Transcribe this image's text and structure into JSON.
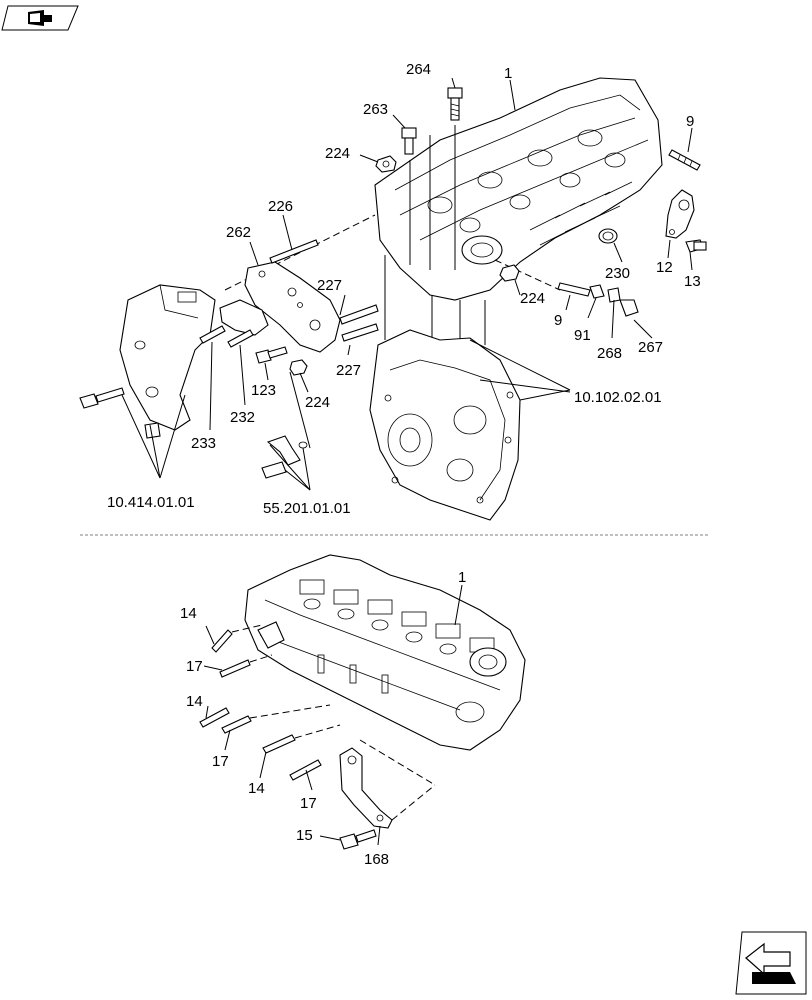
{
  "upper_callouts": [
    {
      "id": "1",
      "text": "1"
    },
    {
      "id": "264",
      "text": "264"
    },
    {
      "id": "263",
      "text": "263"
    },
    {
      "id": "224a",
      "text": "224"
    },
    {
      "id": "9a",
      "text": "9"
    },
    {
      "id": "226",
      "text": "226"
    },
    {
      "id": "262",
      "text": "262"
    },
    {
      "id": "230",
      "text": "230"
    },
    {
      "id": "12",
      "text": "12"
    },
    {
      "id": "13",
      "text": "13"
    },
    {
      "id": "227a",
      "text": "227"
    },
    {
      "id": "224b",
      "text": "224"
    },
    {
      "id": "9b",
      "text": "9"
    },
    {
      "id": "91",
      "text": "91"
    },
    {
      "id": "268",
      "text": "268"
    },
    {
      "id": "267",
      "text": "267"
    },
    {
      "id": "227b",
      "text": "227"
    },
    {
      "id": "123",
      "text": "123"
    },
    {
      "id": "224c",
      "text": "224"
    },
    {
      "id": "232",
      "text": "232"
    },
    {
      "id": "233",
      "text": "233"
    }
  ],
  "lower_callouts": [
    {
      "id": "1b",
      "text": "1"
    },
    {
      "id": "14a",
      "text": "14"
    },
    {
      "id": "17a",
      "text": "17"
    },
    {
      "id": "14b",
      "text": "14"
    },
    {
      "id": "17b",
      "text": "17"
    },
    {
      "id": "14c",
      "text": "14"
    },
    {
      "id": "17c",
      "text": "17"
    },
    {
      "id": "15",
      "text": "15"
    },
    {
      "id": "168",
      "text": "168"
    }
  ],
  "references": {
    "timing_case": "10.102.02.01",
    "engine_bracket": "10.414.01.01",
    "sensor": "55.201.01.01"
  },
  "icons": {
    "top_left": "book-arrow-icon",
    "bottom_right": "next-page-arrow-icon"
  }
}
